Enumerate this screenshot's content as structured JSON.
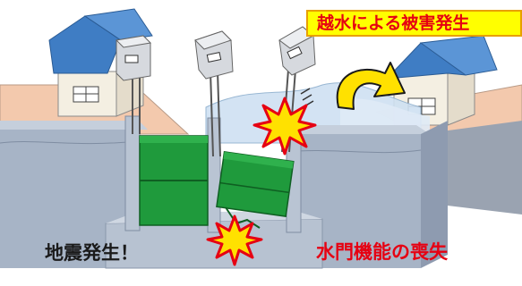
{
  "banner": {
    "text": "越水による被害発生"
  },
  "labels": {
    "earthquake": "地震発生！",
    "gate_function_loss": "水門機能の喪失"
  },
  "colors": {
    "house_roof": "#3f7dc4",
    "house_wall": "#f4efe2",
    "ground": "#f3c9ad",
    "concrete": "#a7b4c6",
    "gate_green": "#1f9a3c",
    "water": "#cfe1f2",
    "banner_fill": "#ffff00",
    "alert_red": "#e60012",
    "arrow_yellow": "#ffe100"
  },
  "icons": {
    "burst_top": "explosion-burst-icon",
    "burst_bottom": "explosion-burst-icon",
    "overflow_arrow": "curved-arrow-icon"
  }
}
